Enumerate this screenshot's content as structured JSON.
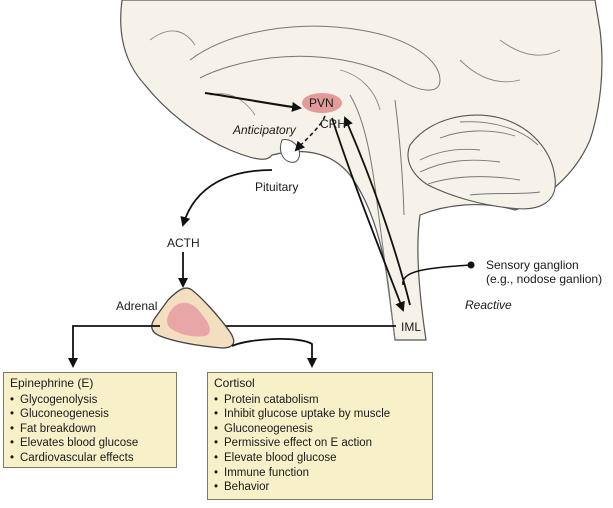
{
  "labels": {
    "pvn": "PVN",
    "crh": "CRH",
    "anticipatory": "Anticipatory",
    "pituitary": "Pituitary",
    "acth": "ACTH",
    "adrenal": "Adrenal",
    "iml": "IML",
    "reactive": "Reactive",
    "sensory_ganglion": "Sensory ganglion",
    "sensory_ganglion_example": "(e.g., nodose ganlion)"
  },
  "epinephrine_box": {
    "title": "Epinephrine (E)",
    "items": [
      "Glycogenolysis",
      "Gluconeogenesis",
      "Fat breakdown",
      "Elevates blood glucose",
      "Cardiovascular effects"
    ]
  },
  "cortisol_box": {
    "title": "Cortisol",
    "items": [
      "Protein catabolism",
      "Inhibit glucose uptake by muscle",
      "Gluconeogenesis",
      "Permissive effect on E action",
      "Elevate blood glucose",
      "Immune function",
      "Behavior"
    ]
  },
  "colors": {
    "brain_fill": "#f6f2e9",
    "brain_outline": "#555555",
    "pvn_fill": "#e59a9a",
    "adrenal_outer": "#f3dfc0",
    "adrenal_inner": "#e8a6a6",
    "box_fill": "#f7f0c9"
  }
}
